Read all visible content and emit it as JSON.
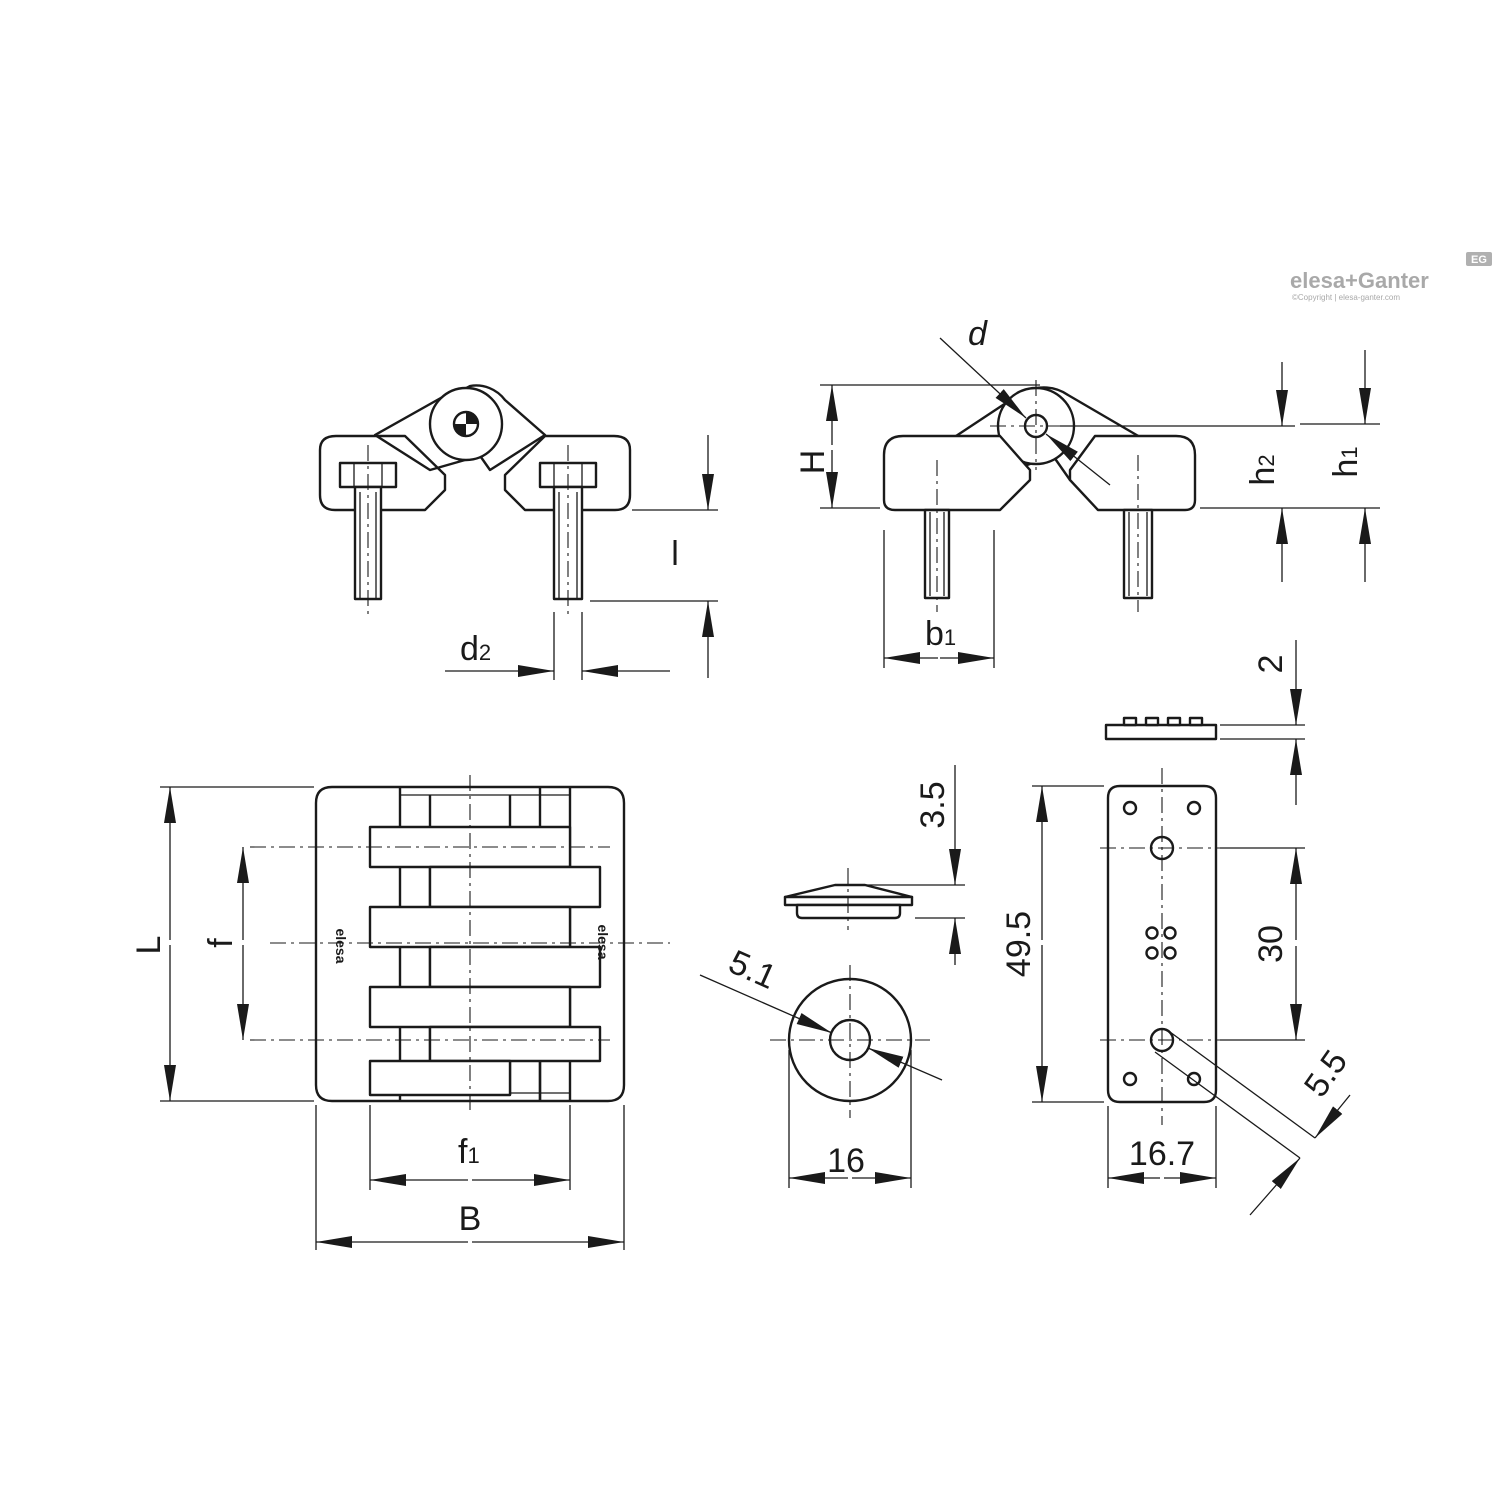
{
  "logo": {
    "brand": "elesa+Ganter",
    "copyright": "©Copyright | elesa-ganter.com",
    "badge": "EG"
  },
  "part_marking": "elesa",
  "dimensions": {
    "d": "d",
    "H": "H",
    "h2_base": "h",
    "h2_sub": "2",
    "h1_base": "h",
    "h1_sub": "1",
    "l": "l",
    "d2_base": "d",
    "d2_sub": "2",
    "b1_base": "b",
    "b1_sub": "1",
    "L": "L",
    "f": "f",
    "f1_base": "f",
    "f1_sub": "1",
    "B": "B",
    "cap_height": "3.5",
    "cap_hole": "5.1",
    "cap_diameter": "16",
    "plate_length": "49.5",
    "plate_hole_pitch": "30",
    "plate_width": "16.7",
    "plate_hole": "5.5",
    "plate_thickness": "2"
  }
}
